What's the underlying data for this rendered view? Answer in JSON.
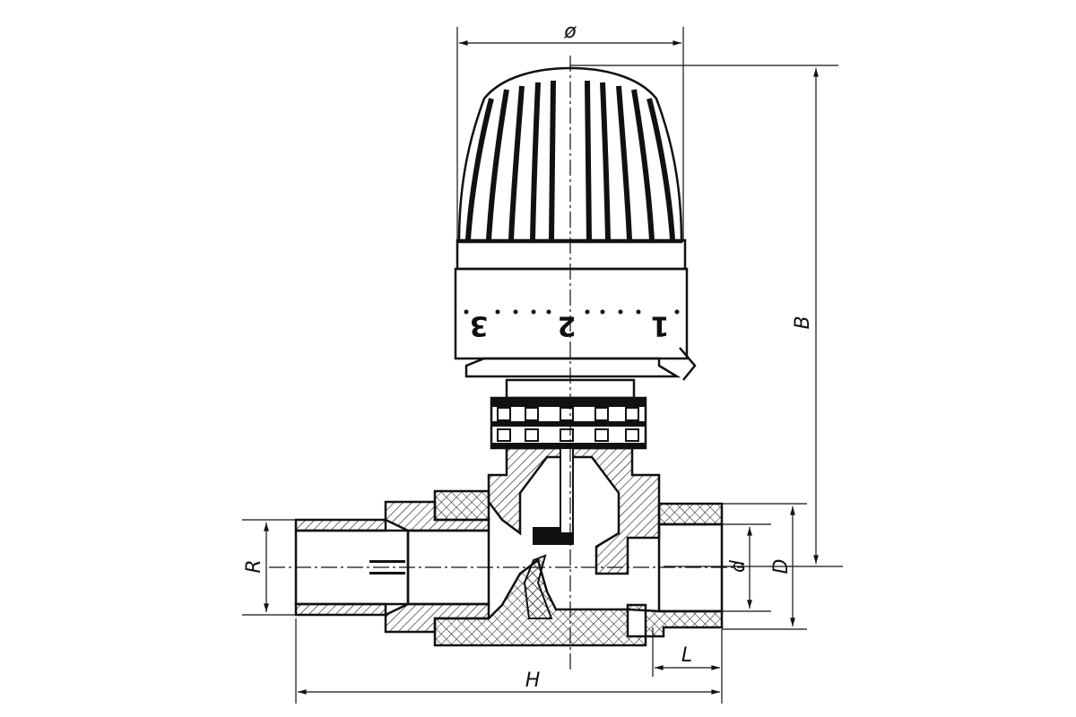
{
  "drawing": {
    "title": "Thermostatic radiator valve with thermostatic head — dimensional drawing",
    "dimensions": {
      "diameter": "ø",
      "height_B": "B",
      "thread_R": "R",
      "inner_d": "d",
      "outer_D": "D",
      "length_L": "L",
      "length_H": "H"
    },
    "scale_marks": [
      "3",
      "2",
      "1"
    ],
    "colors": {
      "line": "#111111",
      "background": "#ffffff"
    }
  }
}
